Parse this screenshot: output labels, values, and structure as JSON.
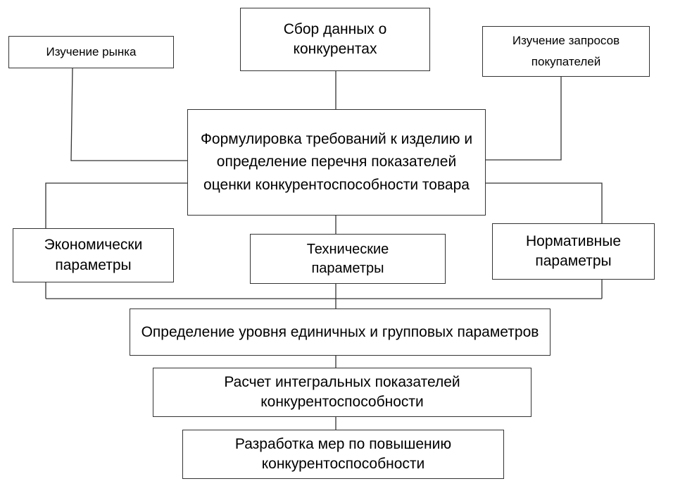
{
  "diagram": {
    "nodes": {
      "market": "Изучение рынка",
      "competitors": "Сбор данных о конкурентах",
      "buyers": "Изучение запросов покупателей",
      "requirements": "Формулировка требований к изделию и определение перечня показателей оценки конкурентоспособности товара",
      "economic": "Экономически параметры",
      "technical": "Технические параметры",
      "normative": "Нормативные параметры",
      "levels": "Определение уровня единичных и групповых параметров",
      "integral": "Расчет интегральных показателей конкурентоспособности",
      "measures": "Разработка мер по повышению конкурентоспособности"
    },
    "edges": [
      [
        "market",
        "requirements"
      ],
      [
        "competitors",
        "requirements"
      ],
      [
        "buyers",
        "requirements"
      ],
      [
        "requirements",
        "economic"
      ],
      [
        "requirements",
        "technical"
      ],
      [
        "requirements",
        "normative"
      ],
      [
        "economic",
        "levels"
      ],
      [
        "technical",
        "levels"
      ],
      [
        "normative",
        "levels"
      ],
      [
        "levels",
        "integral"
      ],
      [
        "integral",
        "measures"
      ]
    ]
  }
}
